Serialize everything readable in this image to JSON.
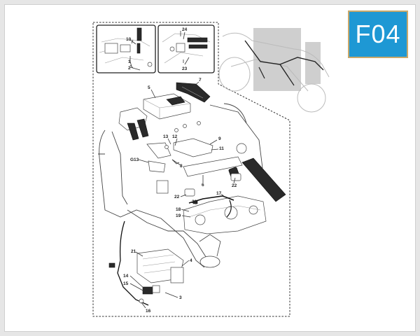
{
  "badge": {
    "text": "F04",
    "color": "#1e98d4",
    "border": "#c9a86a"
  },
  "callouts": [
    {
      "id": "c10",
      "text": "10"
    },
    {
      "id": "c1",
      "text": "1"
    },
    {
      "id": "c2",
      "text": "2"
    },
    {
      "id": "c24",
      "text": "24"
    },
    {
      "id": "c23",
      "text": "23"
    },
    {
      "id": "c5",
      "text": "5"
    },
    {
      "id": "c7",
      "text": "7"
    },
    {
      "id": "c13",
      "text": "13"
    },
    {
      "id": "c12",
      "text": "12"
    },
    {
      "id": "c9",
      "text": "9"
    },
    {
      "id": "c11",
      "text": "11"
    },
    {
      "id": "cG13",
      "text": "G13"
    },
    {
      "id": "c8",
      "text": "8"
    },
    {
      "id": "c6",
      "text": "6"
    },
    {
      "id": "c22a",
      "text": "22"
    },
    {
      "id": "c22b",
      "text": "22"
    },
    {
      "id": "c17",
      "text": "17"
    },
    {
      "id": "c20",
      "text": "20"
    },
    {
      "id": "c18",
      "text": "18"
    },
    {
      "id": "c19",
      "text": "19"
    },
    {
      "id": "c21",
      "text": "21"
    },
    {
      "id": "c4",
      "text": "4"
    },
    {
      "id": "c14",
      "text": "14"
    },
    {
      "id": "c15",
      "text": "15"
    },
    {
      "id": "c3",
      "text": "3"
    },
    {
      "id": "c16",
      "text": "16"
    }
  ]
}
